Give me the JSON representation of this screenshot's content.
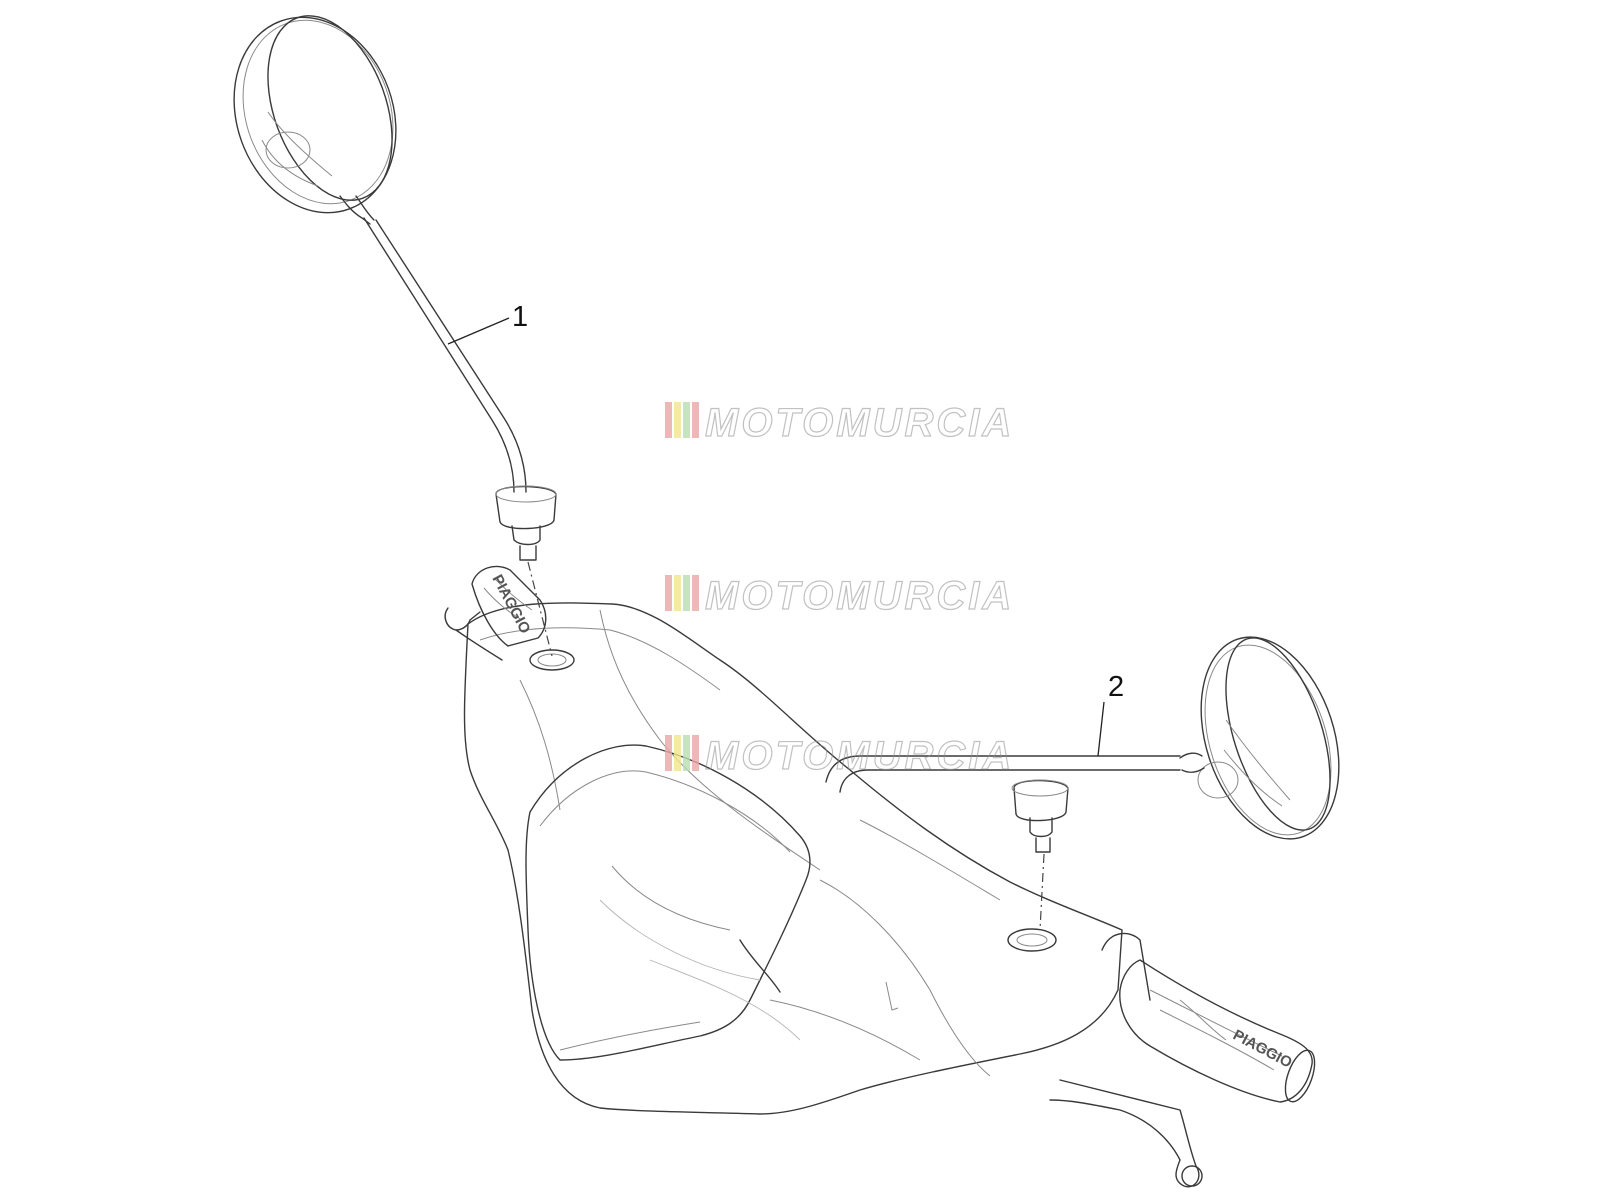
{
  "diagram": {
    "callouts": [
      {
        "id": "1",
        "label": "1"
      },
      {
        "id": "2",
        "label": "2"
      }
    ],
    "grip_brand": "PIAGGIO",
    "watermark": {
      "text": "MOTOMURCIA",
      "stripe_colors": [
        "#e8a7a6",
        "#f2e58b",
        "#b9ddb3",
        "#e8a7a6"
      ]
    }
  }
}
